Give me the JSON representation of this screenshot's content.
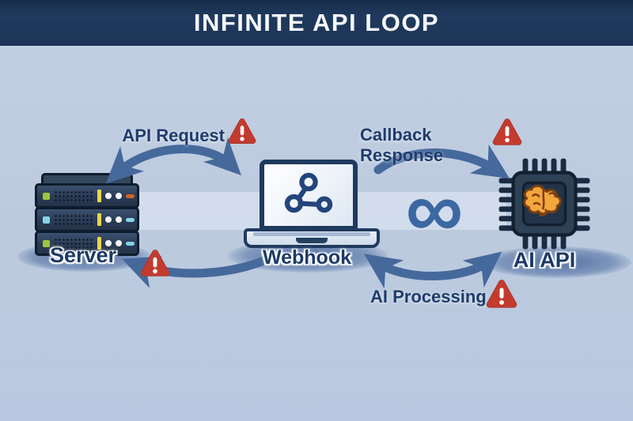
{
  "title": "INFINITE API LOOP",
  "loop_symbol": "∞",
  "nodes": [
    {
      "id": "server",
      "label": "Server",
      "icon": "server-rack-icon"
    },
    {
      "id": "webhook",
      "label": "Webhook",
      "icon": "laptop-webhook-icon"
    },
    {
      "id": "ai-api",
      "label": "AI API",
      "icon": "ai-chip-brain-icon"
    }
  ],
  "edges": [
    {
      "id": "api-request",
      "label": "API Request",
      "from": "server",
      "to": "webhook",
      "warning": true
    },
    {
      "id": "callback-response",
      "label": "Callback Response",
      "from": "webhook",
      "to": "ai-api",
      "warning": true
    },
    {
      "id": "ai-processing",
      "label": "AI Processing",
      "from": "ai-api",
      "to": "webhook",
      "warning": true
    },
    {
      "id": "webhook-to-server",
      "label": "",
      "from": "webhook",
      "to": "server",
      "warning": true
    }
  ],
  "colors": {
    "header_bg": "#1d3456",
    "header_text": "#f5f8fc",
    "background": "#bccade",
    "connector_band": "#dde7f5",
    "arrow": "#46699c",
    "warning_red": "#c23b2e",
    "label_navy": "#1c3a66",
    "infinity_blue": "#3c68a2",
    "brain_orange": "#f4a63e",
    "chip_body": "#2e4257"
  }
}
